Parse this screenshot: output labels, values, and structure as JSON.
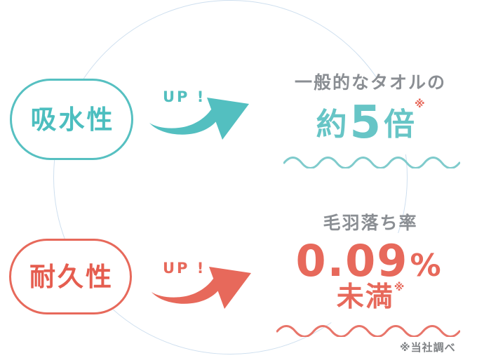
{
  "colors": {
    "teal": "#53BFC0",
    "teal_value": "#67C5C6",
    "coral": "#E7695B",
    "gray_text": "#8A8E93",
    "circle_line": "#CEDFEF",
    "footnote_gray": "#7E8184"
  },
  "absorbency": {
    "pill_label": "吸水性",
    "up_label": "UP !",
    "lead": "一般的なタオルの",
    "value_prefix": "約",
    "value_number": "5",
    "value_suffix": "倍",
    "asterisk": "※"
  },
  "durability": {
    "pill_label": "耐久性",
    "up_label": "UP !",
    "lead": "毛羽落ち率",
    "value_number": "0.09",
    "value_unit": "%",
    "value_suffix": "未満",
    "asterisk": "※"
  },
  "footnote": "※当社調べ"
}
